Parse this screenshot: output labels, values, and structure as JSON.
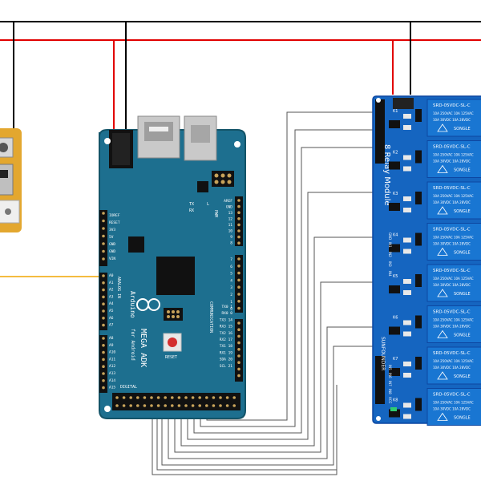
{
  "colors": {
    "wire_black": "#000000",
    "wire_red": "#e10000",
    "wire_signal": "#555555",
    "wire_yellow": "#f0a500",
    "arduino_pcb": "#1d6f8f",
    "relay_pcb": "#1565c0",
    "relay_body": "#1976d2",
    "module_pcb": "#e3a72f"
  },
  "arduino": {
    "board_name": "MEGA ADK",
    "board_sub": "for Android",
    "brand": "Arduino",
    "reset_label": "RESET",
    "left_power": [
      "IOREF",
      "RESET",
      "3V3",
      "5V",
      "GND",
      "GND",
      "VIN"
    ],
    "analog_label": "ANALOG IN",
    "analog_pins": [
      "A0",
      "A1",
      "A2",
      "A3",
      "A4",
      "A5",
      "A6",
      "A7",
      "A8",
      "A9",
      "A10",
      "A11",
      "A12",
      "A13",
      "A14",
      "A15"
    ],
    "right_top": [
      "AREF",
      "GND",
      "13",
      "12",
      "11",
      "10",
      "9",
      "8"
    ],
    "pwm_label": "PWM",
    "right_mid": [
      "7",
      "6",
      "5",
      "4",
      "3",
      "2",
      "1",
      "0"
    ],
    "comm_label": "COMMUNICATION",
    "comm_pins": [
      "TX0 1",
      "RX0 0",
      "TX3 14",
      "RX3 15",
      "TX2 16",
      "RX2 17",
      "TX1 18",
      "RX1 19",
      "SDA 20",
      "SCL 21"
    ],
    "digital_label": "DIGITAL",
    "tx_label": "TX",
    "rx_label": "RX",
    "l_label": "L"
  },
  "relay_module": {
    "title": "8 Relay Module",
    "brand": "SUNFOUNDER",
    "relay_model": "SRD-05VDC-SL-C",
    "relay_brand": "SONGLE",
    "relay_ratings": [
      "10A 250VAC  10A 125VAC",
      "10A 30VDC   10A 28VDC"
    ],
    "pins_top": [
      "GND",
      "IN1",
      "IN2",
      "IN3",
      "IN4"
    ],
    "pins_bottom": [
      "IN5",
      "IN6",
      "IN7",
      "IN8",
      "VCC"
    ],
    "ids": [
      "K1",
      "K2",
      "K3",
      "K4",
      "K5",
      "K6",
      "K7",
      "K8"
    ]
  }
}
